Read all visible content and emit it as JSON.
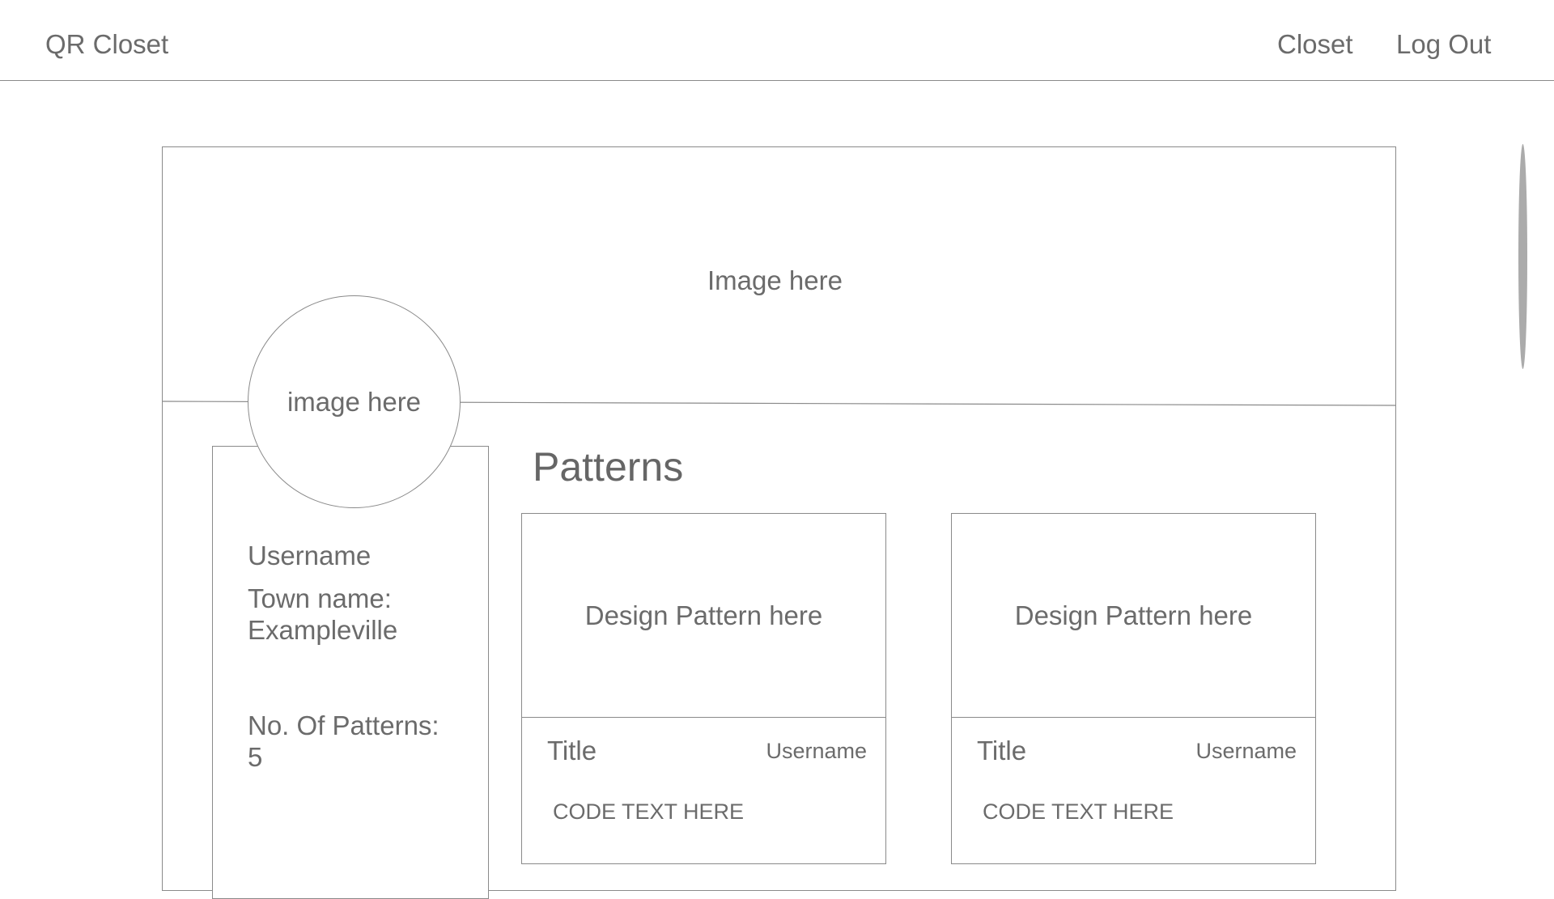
{
  "nav": {
    "brand": "QR Closet",
    "links": [
      "Closet",
      "Log Out"
    ]
  },
  "profile": {
    "banner_placeholder": "Image here",
    "avatar_placeholder": "image here",
    "username": "Username",
    "town_label": "Town name:",
    "town_value": "Exampleville",
    "pattern_count_label": "No. Of Patterns:",
    "pattern_count": "5"
  },
  "patterns": {
    "heading": "Patterns",
    "cards": [
      {
        "image_placeholder": "Design Pattern here",
        "title": "Title",
        "username": "Username",
        "code": "CODE TEXT HERE"
      },
      {
        "image_placeholder": "Design Pattern here",
        "title": "Title",
        "username": "Username",
        "code": "CODE TEXT HERE"
      }
    ]
  },
  "colors": {
    "text": "#6b6b6b",
    "border": "#8a8a8a",
    "scrollbar": "#ababab"
  }
}
